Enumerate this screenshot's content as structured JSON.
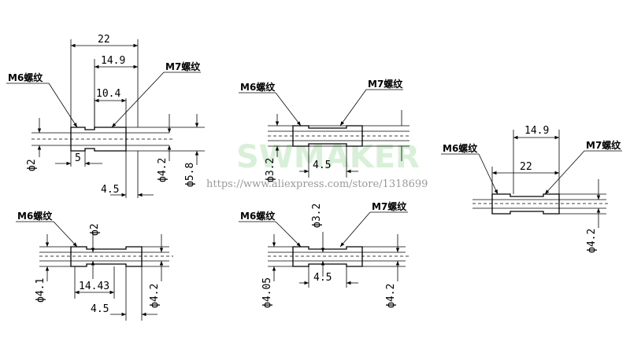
{
  "watermark": {
    "brand": "SWMAKER",
    "url": "https://www.aliexpress.com/store/1318699"
  },
  "parts": {
    "a": {
      "thread_left": "M6螺纹",
      "thread_right": "M7螺纹",
      "length": "22",
      "len2": "14.9",
      "len3": "10.4",
      "len4": "5",
      "len5": "4.5",
      "d1": "ф2",
      "d2": "ф4.2",
      "d3": "ф5.8"
    },
    "b": {
      "thread_left": "M6螺纹",
      "thread_right": "M7螺纹",
      "d1": "ф3.2",
      "len1": "4.5"
    },
    "c": {
      "thread_left": "M6螺纹",
      "thread_right": "M7螺纹",
      "len1": "14.9",
      "len2": "22",
      "d1": "ф4.2"
    },
    "d": {
      "thread_left": "M6螺纹",
      "d_top": "ф2",
      "d1": "ф4.1",
      "len1": "14.43",
      "len2": "4.5",
      "d2": "ф4.2"
    },
    "e": {
      "thread_left": "M6螺纹",
      "thread_right": "M7螺纹",
      "d_top": "ф3.2",
      "d1": "ф4.05",
      "len1": "4.5",
      "d2": "ф4.2"
    }
  }
}
